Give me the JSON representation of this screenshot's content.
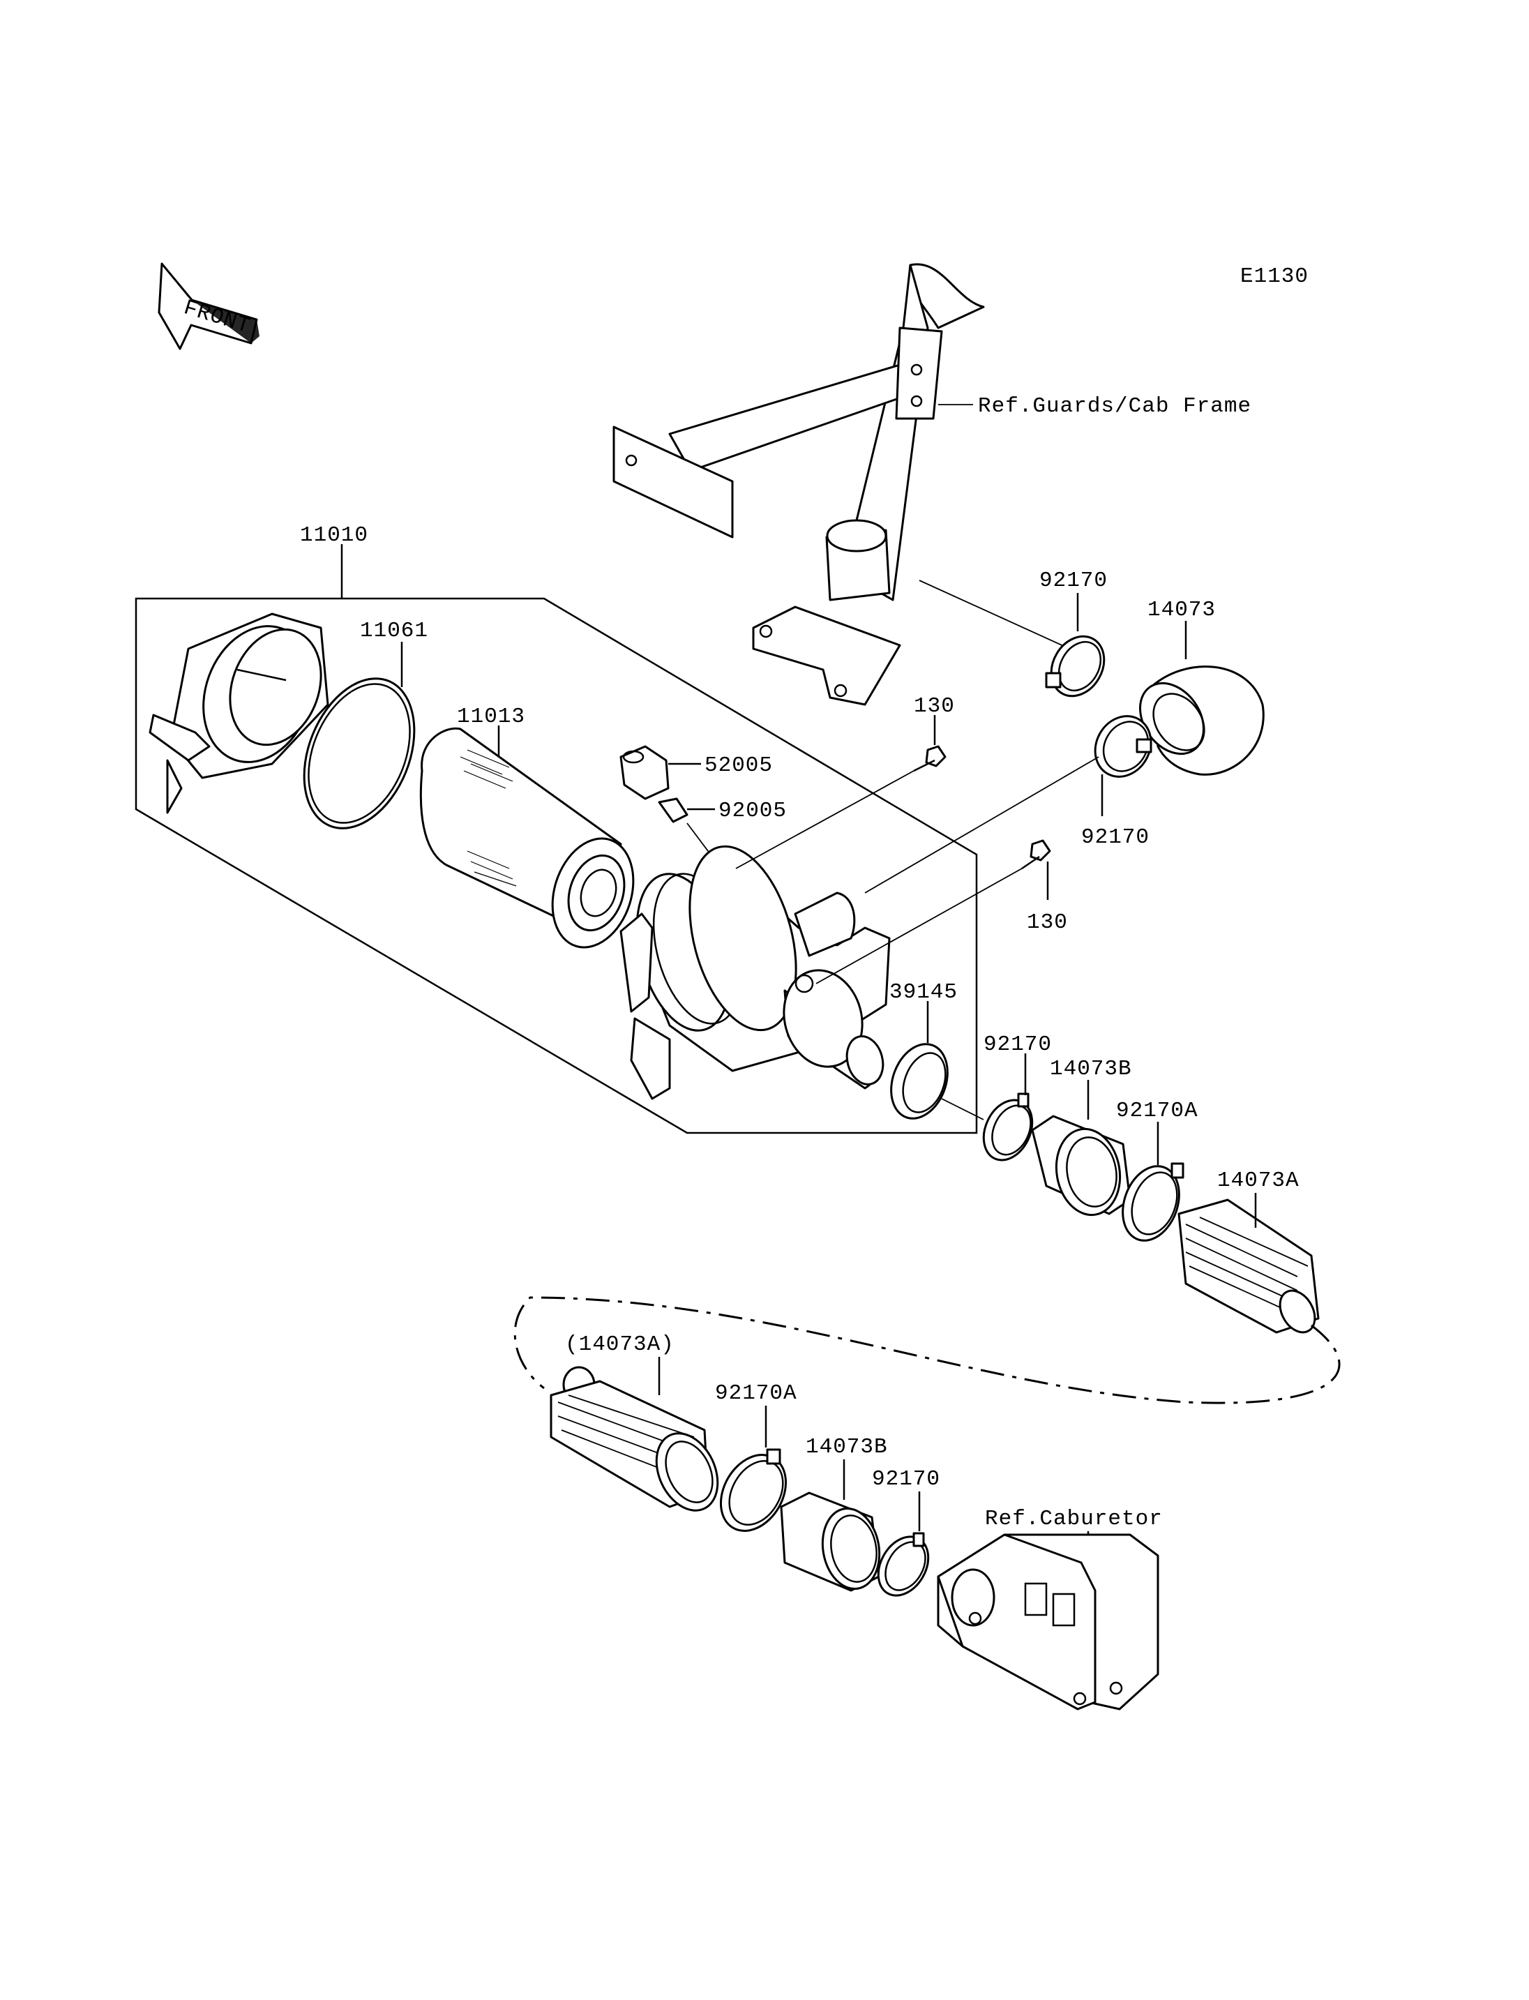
{
  "diagram_code": "E1130",
  "front_arrow_label": "FRONT",
  "references": {
    "guards_frame": "Ref.Guards/Cab Frame",
    "carburetor": "Ref.Caburetor"
  },
  "part_labels": {
    "p11010": "11010",
    "p11061": "11061",
    "p11013": "11013",
    "p52005": "52005",
    "p92005": "92005",
    "p130_a": "130",
    "p130_b": "130",
    "p92170_top": "92170",
    "p14073": "14073",
    "p92170_mid": "92170",
    "p39145": "39145",
    "p92170_c": "92170",
    "p14073B": "14073B",
    "p92170A": "92170A",
    "p14073A": "14073A",
    "p14073A_ref": "(14073A)",
    "p92170A_b": "92170A",
    "p14073B_b": "14073B",
    "p92170_d": "92170"
  }
}
